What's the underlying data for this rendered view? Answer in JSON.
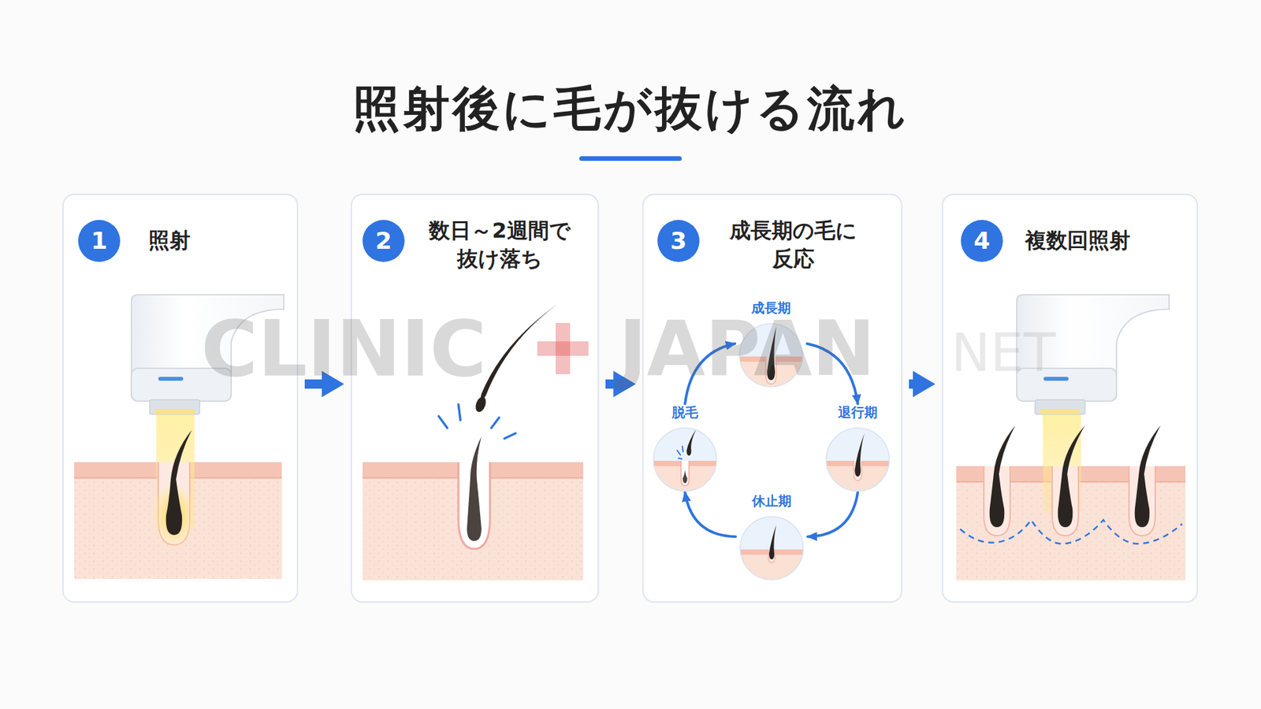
{
  "diagram": {
    "title": "照射後に毛が抜ける流れ",
    "nodes": [
      {
        "text": [
          "照射"
        ]
      },
      {
        "text": [
          "1"
        ],
        "in": 0
      },
      {
        "text": [
          "数日～2週間で 抜け落ち"
        ]
      },
      {
        "text": [
          "2"
        ],
        "in": 2
      },
      {
        "text": [
          "成長期の毛に 反応"
        ]
      },
      {
        "text": [
          "3"
        ],
        "in": 4
      },
      {
        "text": [
          "成長期"
        ],
        "in": 4
      },
      {
        "text": [
          "退行期"
        ],
        "in": 4
      },
      {
        "text": [
          "休止期"
        ],
        "in": 4
      },
      {
        "text": [
          "脱毛"
        ],
        "in": 4
      },
      {
        "text": [
          "複数回照射"
        ]
      },
      {
        "text": [
          "4"
        ],
        "in": 10
      }
    ],
    "edges": [
      {
        "from": 0,
        "to": 2,
        "arrow": "to"
      },
      {
        "from": 2,
        "to": 4,
        "arrow": "to"
      },
      {
        "from": 4,
        "to": 10,
        "arrow": "to"
      },
      {
        "from": 6,
        "to": 7,
        "arrow": "to"
      },
      {
        "from": 7,
        "to": 8,
        "arrow": "to"
      },
      {
        "from": 8,
        "to": 9,
        "arrow": "to"
      },
      {
        "from": 9,
        "to": 6,
        "arrow": "to"
      }
    ],
    "labels": [
      "CLINIC",
      "JAPAN",
      "NET"
    ]
  }
}
